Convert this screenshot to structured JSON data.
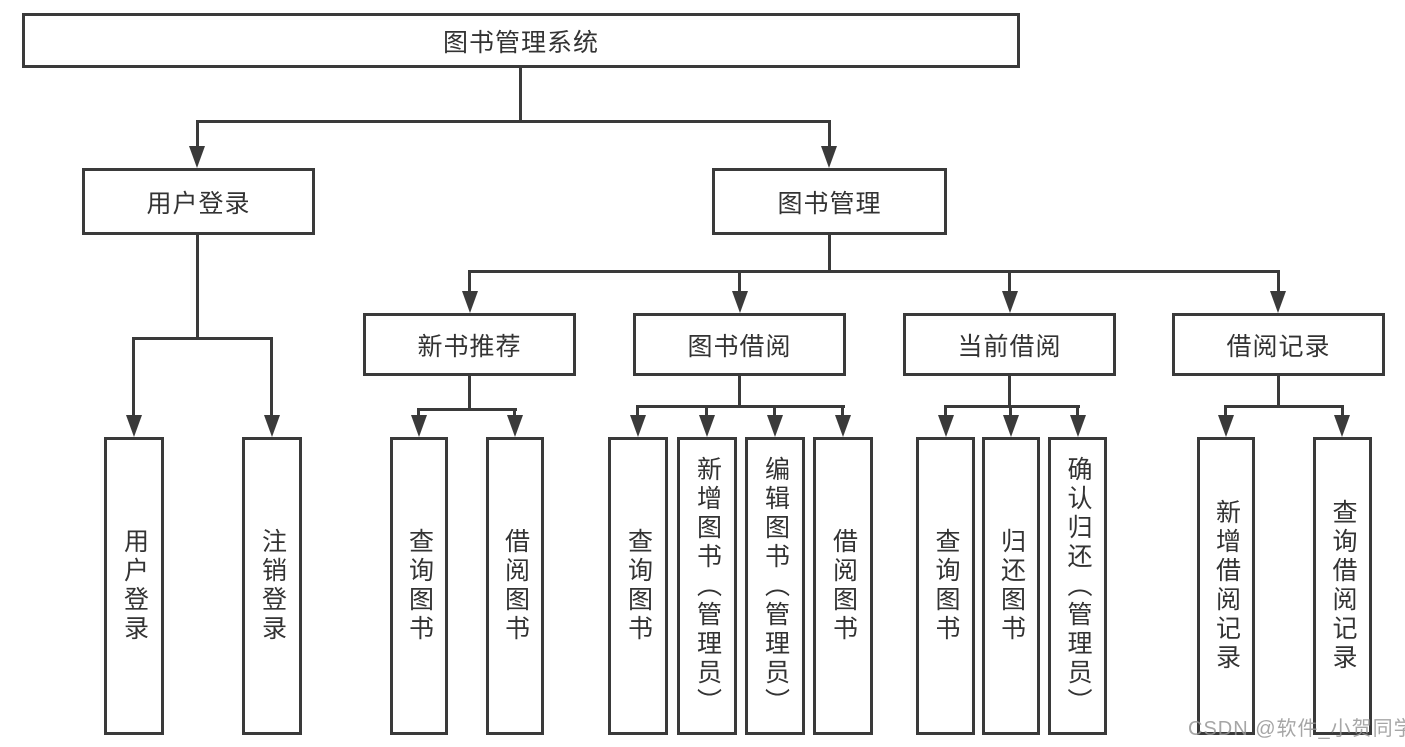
{
  "diagram": {
    "type": "hierarchy-tree",
    "root": {
      "label": "图书管理系统"
    },
    "level2": [
      {
        "label": "用户登录"
      },
      {
        "label": "图书管理"
      }
    ],
    "level3": [
      {
        "label": "新书推荐",
        "parent": "图书管理"
      },
      {
        "label": "图书借阅",
        "parent": "图书管理"
      },
      {
        "label": "当前借阅",
        "parent": "图书管理"
      },
      {
        "label": "借阅记录",
        "parent": "图书管理"
      }
    ],
    "leaves": [
      {
        "label": "用户登录",
        "parent": "用户登录"
      },
      {
        "label": "注销登录",
        "parent": "用户登录"
      },
      {
        "label": "查询图书",
        "parent": "新书推荐"
      },
      {
        "label": "借阅图书",
        "parent": "新书推荐"
      },
      {
        "label": "查询图书",
        "parent": "图书借阅"
      },
      {
        "label": "新增图书（管理员）",
        "parent": "图书借阅"
      },
      {
        "label": "编辑图书（管理员）",
        "parent": "图书借阅"
      },
      {
        "label": "借阅图书",
        "parent": "图书借阅"
      },
      {
        "label": "查询图书",
        "parent": "当前借阅"
      },
      {
        "label": "归还图书",
        "parent": "当前借阅"
      },
      {
        "label": "确认归还（管理员）",
        "parent": "当前借阅"
      },
      {
        "label": "新增借阅记录",
        "parent": "借阅记录"
      },
      {
        "label": "查询借阅记录",
        "parent": "借阅记录"
      }
    ],
    "colors": {
      "line": "#3a3a3a",
      "text": "#333333",
      "background": "#ffffff",
      "watermark": "#969696"
    }
  },
  "watermark": {
    "text": "CSDN @软件_小贺同学"
  }
}
